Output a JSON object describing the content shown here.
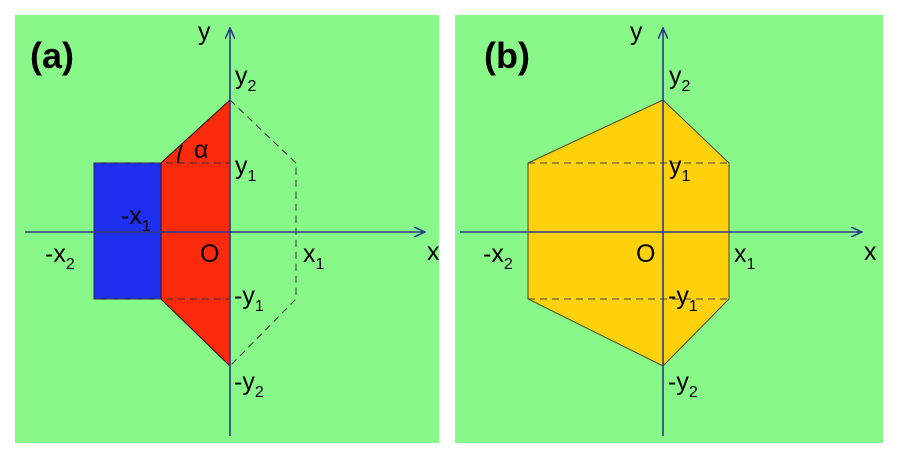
{
  "colors": {
    "background": "#88f888",
    "blue": "#1f2ff0",
    "red": "#fa2a0a",
    "yellow": "#ffd10a"
  },
  "panels": [
    {
      "label": "(a)",
      "axis_x": "x",
      "axis_y": "y",
      "origin": "O",
      "y2": {
        "base": "y",
        "sub": "2"
      },
      "y1": {
        "base": "y",
        "sub": "1"
      },
      "neg_x1": {
        "base": "-x",
        "sub": "1"
      },
      "neg_x2": {
        "base": "-x",
        "sub": "2"
      },
      "x1": {
        "base": "x",
        "sub": "1"
      },
      "neg_y1": {
        "base": "-y",
        "sub": "1"
      },
      "neg_y2": {
        "base": "-y",
        "sub": "2"
      },
      "angle": "α"
    },
    {
      "label": "(b)",
      "axis_x": "x",
      "axis_y": "y",
      "origin": "O",
      "y2": {
        "base": "y",
        "sub": "2"
      },
      "y1": {
        "base": "y",
        "sub": "1"
      },
      "neg_x2": {
        "base": "-x",
        "sub": "2"
      },
      "x1": {
        "base": "x",
        "sub": "1"
      },
      "neg_y1": {
        "base": "-y",
        "sub": "1"
      },
      "neg_y2": {
        "base": "-y",
        "sub": "2"
      }
    }
  ]
}
